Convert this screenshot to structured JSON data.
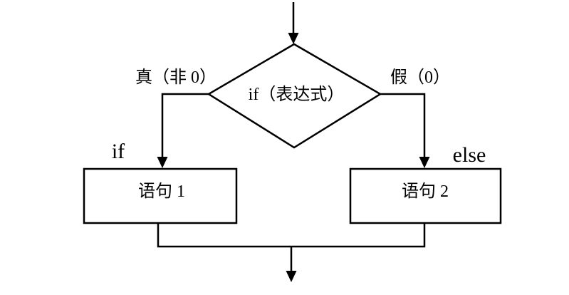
{
  "colors": {
    "ink": "#000000",
    "background": "#ffffff"
  },
  "flowchart": {
    "type": "if-else-decision",
    "decision": {
      "label": "if（表达式）"
    },
    "true_branch": {
      "condition": "真（非 0）",
      "keyword": "if",
      "statement": "语句 1"
    },
    "false_branch": {
      "condition": "假（0）",
      "keyword": "else",
      "statement": "语句 2"
    }
  }
}
